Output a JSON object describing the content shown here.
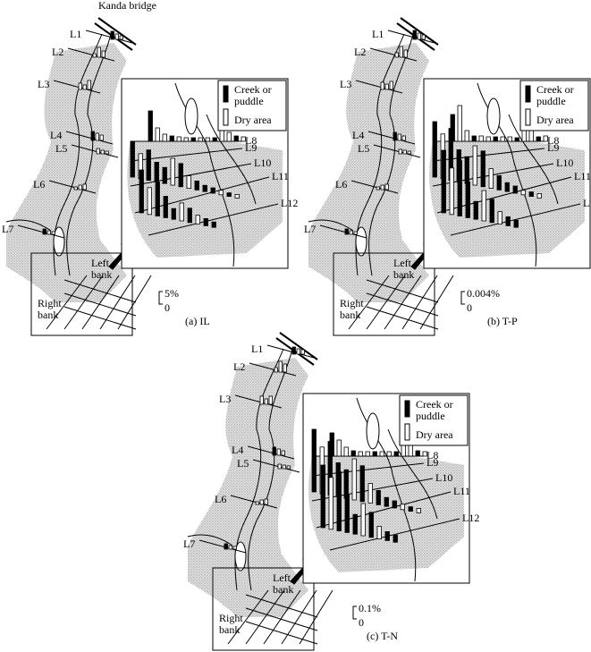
{
  "top_label": "Kanda bridge",
  "legend": {
    "creek": "Creek or puddle",
    "dry": "Dry area"
  },
  "bank_labels": {
    "left": "Left bank",
    "right": "Right bank"
  },
  "line_labels": [
    "L1",
    "L2",
    "L3",
    "L4",
    "L5",
    "L6",
    "L7",
    "L8",
    "L9",
    "L10",
    "L11",
    "L12"
  ],
  "panels": [
    {
      "id": "IL",
      "caption": "(a)  IL",
      "scale_top": "5%",
      "scale_bottom": "0"
    },
    {
      "id": "T-P",
      "caption": "(b)  T-P",
      "scale_top": "0.004%",
      "scale_bottom": "0"
    },
    {
      "id": "T-N",
      "caption": "(c)  T-N",
      "scale_top": "0.1%",
      "scale_bottom": "0"
    }
  ],
  "colors": {
    "ink": "#000000",
    "stipple": "#c8c8c8",
    "paper": "#ffffff"
  }
}
